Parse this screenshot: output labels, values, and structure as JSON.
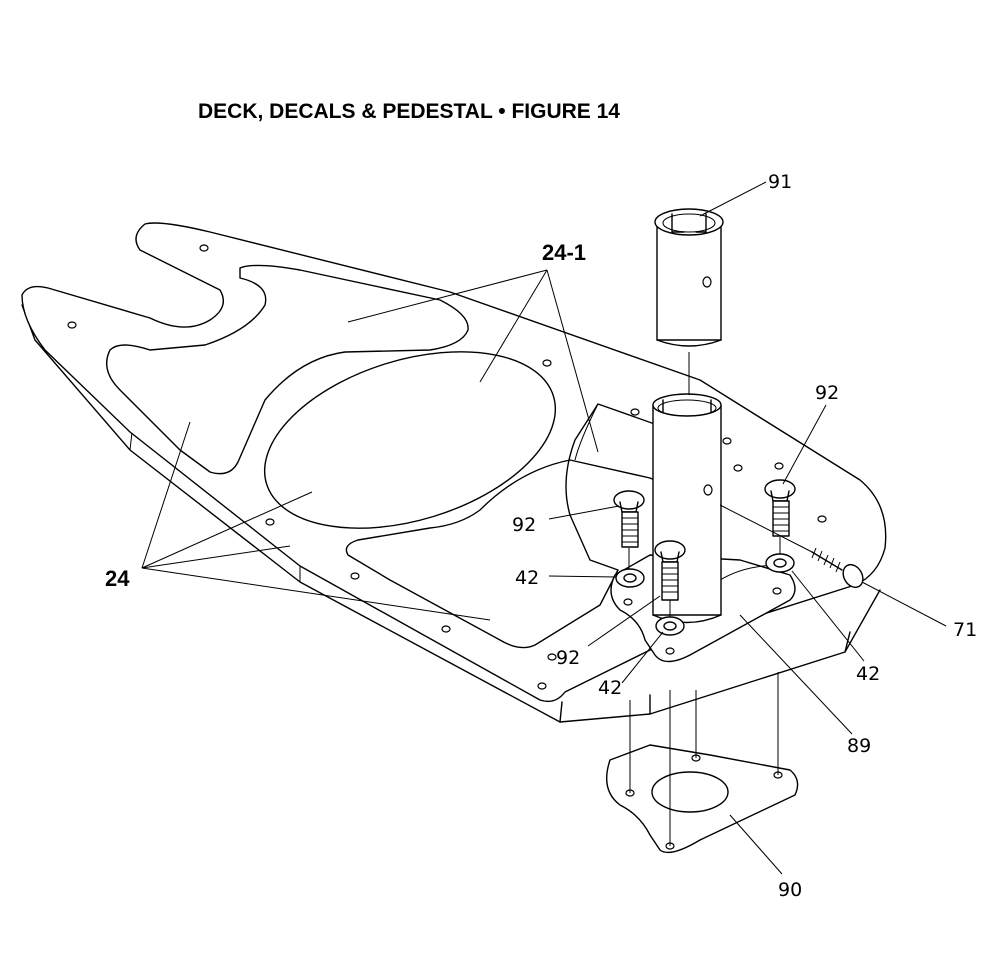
{
  "title": "DECK, DECALS & PEDESTAL  •  FIGURE 14",
  "callouts": {
    "c91": "91",
    "c24_1": "24-1",
    "c92_top": "92",
    "c92_left": "92",
    "c42_left": "42",
    "c92_mid": "92",
    "c42_mid": "42",
    "c24": "24",
    "c71": "71",
    "c42_right": "42",
    "c89": "89",
    "c90": "90"
  }
}
